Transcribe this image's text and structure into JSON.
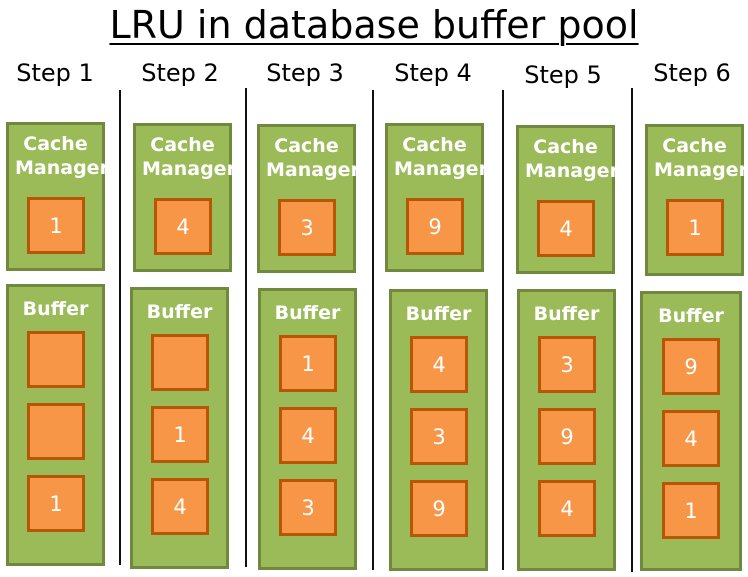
{
  "title": "LRU in database buffer pool",
  "cache_label": "Cache Manager",
  "buffer_label": "Buffer",
  "steps": [
    {
      "label": "Step 1",
      "cache": "1",
      "buffer": [
        "",
        "",
        "1"
      ]
    },
    {
      "label": "Step 2",
      "cache": "4",
      "buffer": [
        "",
        "1",
        "4"
      ]
    },
    {
      "label": "Step 3",
      "cache": "3",
      "buffer": [
        "1",
        "4",
        "3"
      ]
    },
    {
      "label": "Step 4",
      "cache": "9",
      "buffer": [
        "4",
        "3",
        "9"
      ]
    },
    {
      "label": "Step 5",
      "cache": "4",
      "buffer": [
        "3",
        "9",
        "4"
      ]
    },
    {
      "label": "Step 6",
      "cache": "1",
      "buffer": [
        "9",
        "4",
        "1"
      ]
    }
  ],
  "colors": {
    "panel_fill": "#9bbb59",
    "panel_border": "#71893f",
    "slot_fill": "#f79646",
    "slot_border": "#b65708",
    "label_text": "#ffffff"
  }
}
